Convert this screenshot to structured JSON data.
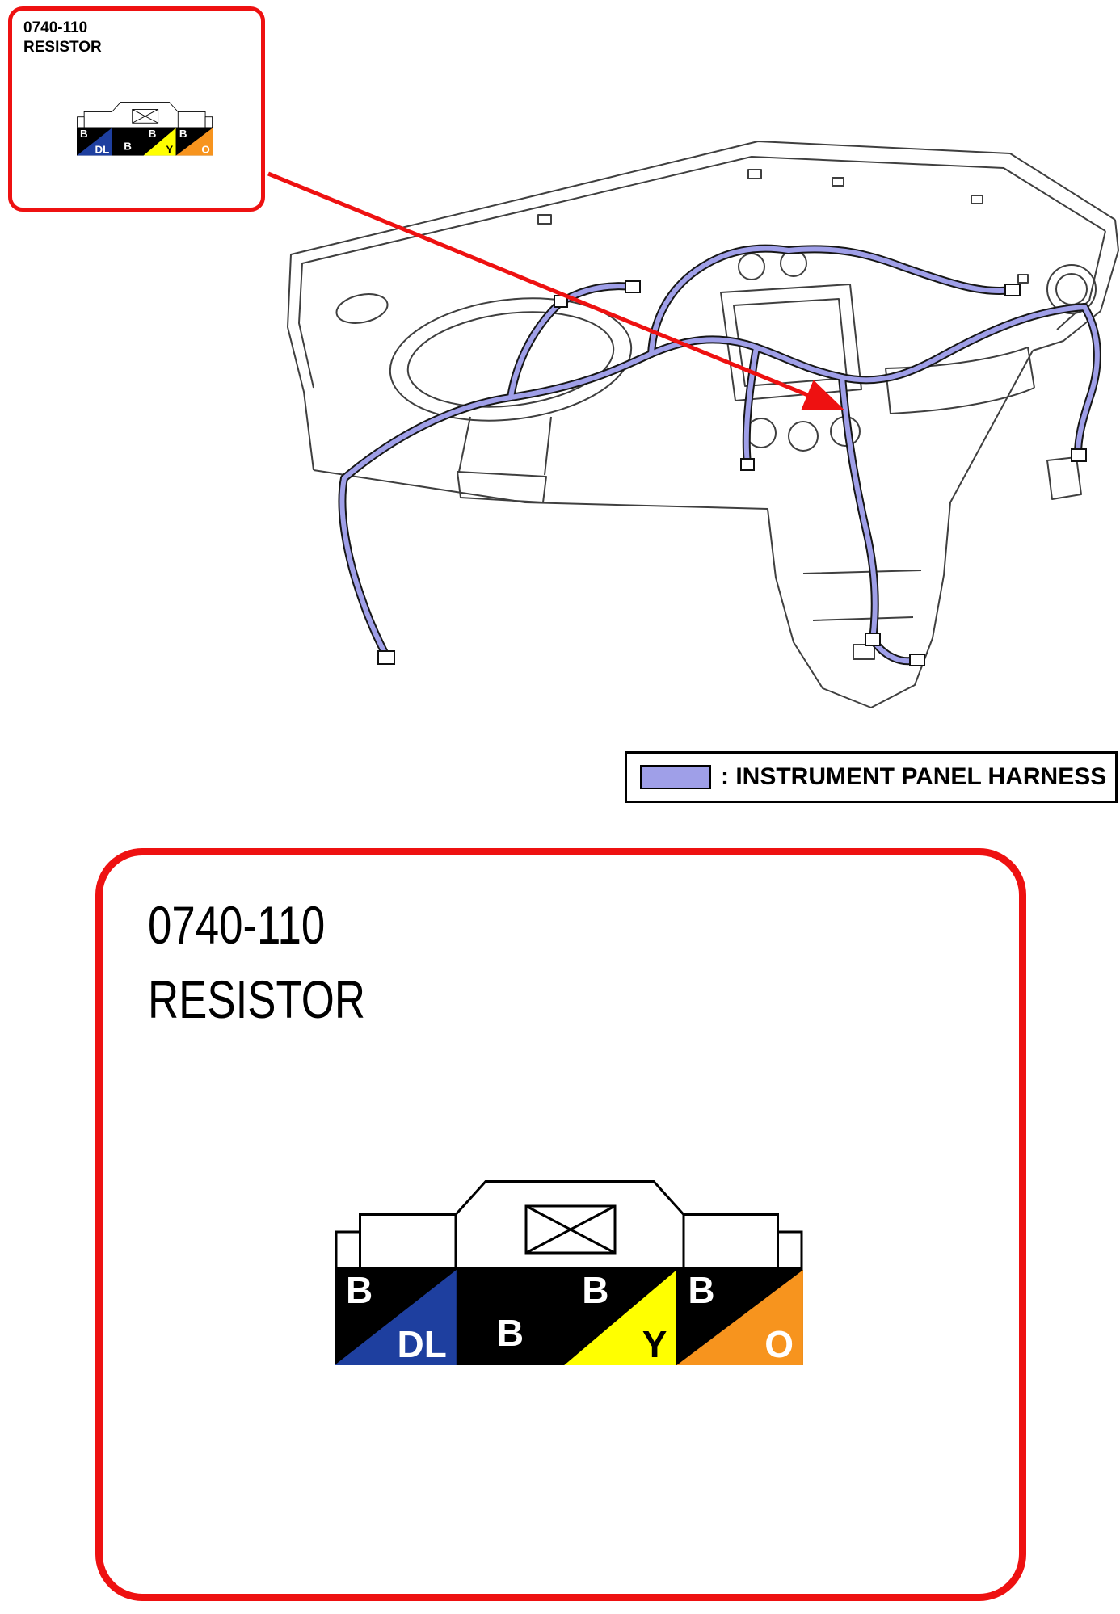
{
  "top_callout": {
    "code": "0740-110",
    "name": "RESISTOR"
  },
  "detail_callout": {
    "code": "0740-110",
    "name": "RESISTOR"
  },
  "legend": {
    "label": ": INSTRUMENT PANEL HARNESS"
  },
  "connector": {
    "cells": [
      {
        "primary": "B",
        "secondary": "DL",
        "secondary_bg": "#1e3f9f",
        "secondary_fg": "#ffffff"
      },
      {
        "primary": "B",
        "secondary": "",
        "secondary_bg": "",
        "secondary_fg": ""
      },
      {
        "primary": "B",
        "secondary": "Y",
        "secondary_bg": "#ffff00",
        "secondary_fg": "#000000"
      },
      {
        "primary": "B",
        "secondary": "O",
        "secondary_bg": "#f7941e",
        "secondary_fg": "#ffffff"
      }
    ]
  },
  "colors": {
    "callout_border": "#ee1111",
    "arrow": "#ee1111",
    "harness": "#9f9fe8",
    "cell_base": "#000000",
    "line_art": "#3f3f3f"
  }
}
